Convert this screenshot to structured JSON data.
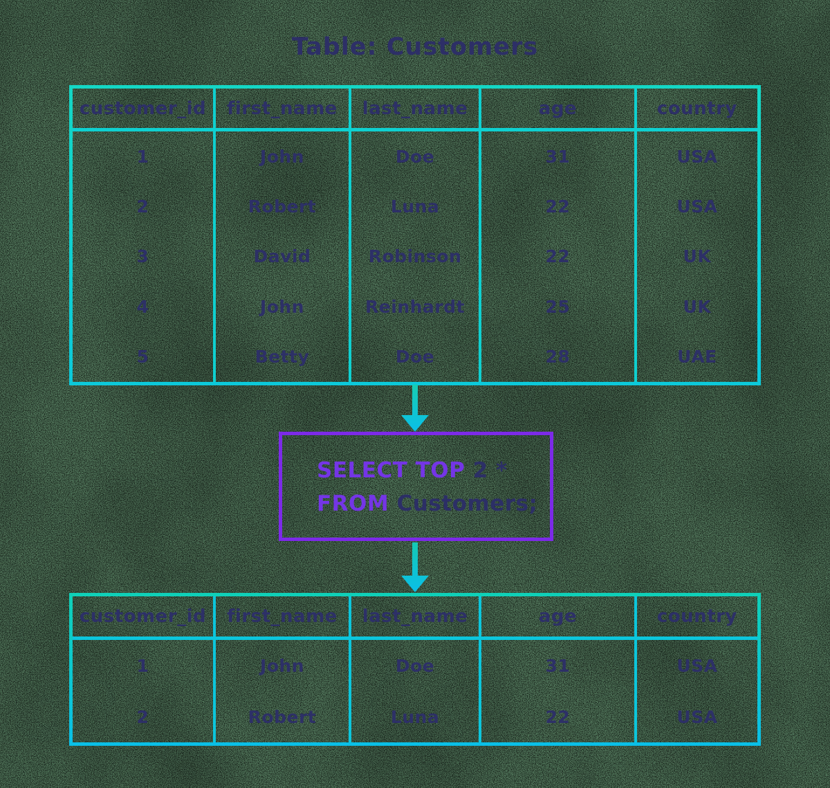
{
  "title": "Table: Customers",
  "source_table": {
    "headers": [
      "customer_id",
      "first_name",
      "last_name",
      "age",
      "country"
    ],
    "rows": [
      [
        "1",
        "John",
        "Doe",
        "31",
        "USA"
      ],
      [
        "2",
        "Robert",
        "Luna",
        "22",
        "USA"
      ],
      [
        "3",
        "David",
        "Robinson",
        "22",
        "UK"
      ],
      [
        "4",
        "John",
        "Reinhardt",
        "25",
        "UK"
      ],
      [
        "5",
        "Betty",
        "Doe",
        "28",
        "UAE"
      ]
    ]
  },
  "query": {
    "keyword1": "SELECT TOP",
    "value1": "2 *",
    "keyword2": "FROM",
    "value2": "Customers;"
  },
  "result_table": {
    "headers": [
      "customer_id",
      "first_name",
      "last_name",
      "age",
      "country"
    ],
    "rows": [
      [
        "1",
        "John",
        "Doe",
        "31",
        "USA"
      ],
      [
        "2",
        "Robert",
        "Luna",
        "22",
        "USA"
      ]
    ]
  },
  "colors": {
    "background_green": "#4e7157",
    "table_border_teal": "#10cfd2",
    "table_border_blue": "#0abfe6",
    "text_navy": "#2d3067",
    "keyword_purple": "#7435e6",
    "query_box_border_purple": "#7c2ae8",
    "arrow_gradient_top": "#17ccb2",
    "arrow_gradient_bottom": "#0abfe8"
  }
}
